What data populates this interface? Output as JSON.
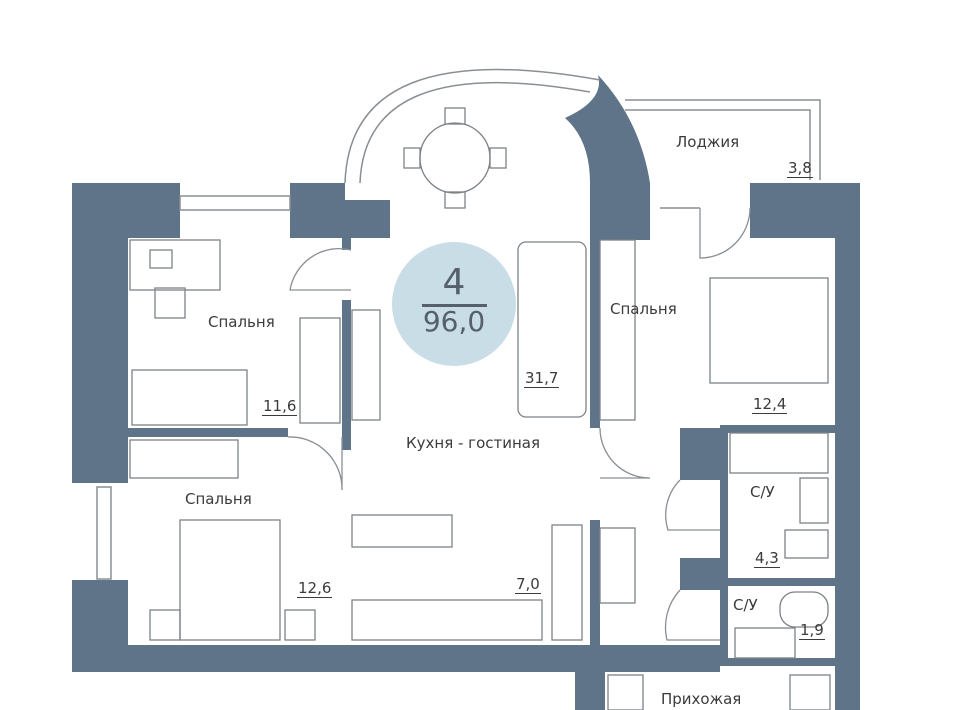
{
  "colors": {
    "wall": "#5f7489",
    "badge": "#c9dde6",
    "line": "#8a8f94"
  },
  "summary": {
    "rooms": "4",
    "total_area": "96,0"
  },
  "rooms": {
    "bedroom_1": {
      "label": "Спальня",
      "area": "11,6"
    },
    "bedroom_2": {
      "label": "Спальня",
      "area": "12,6"
    },
    "bedroom_3": {
      "label": "Спальня",
      "area": "12,4"
    },
    "living": {
      "label": "Кухня - гостиная",
      "area": "31,7"
    },
    "kitchen": {
      "area": "7,0"
    },
    "loggia": {
      "label": "Лоджия",
      "area": "3,8"
    },
    "bath_1": {
      "label": "С/У",
      "area": "4,3"
    },
    "bath_2": {
      "label": "С/У",
      "area": "1,9"
    },
    "hall": {
      "label": "Прихожая"
    }
  }
}
